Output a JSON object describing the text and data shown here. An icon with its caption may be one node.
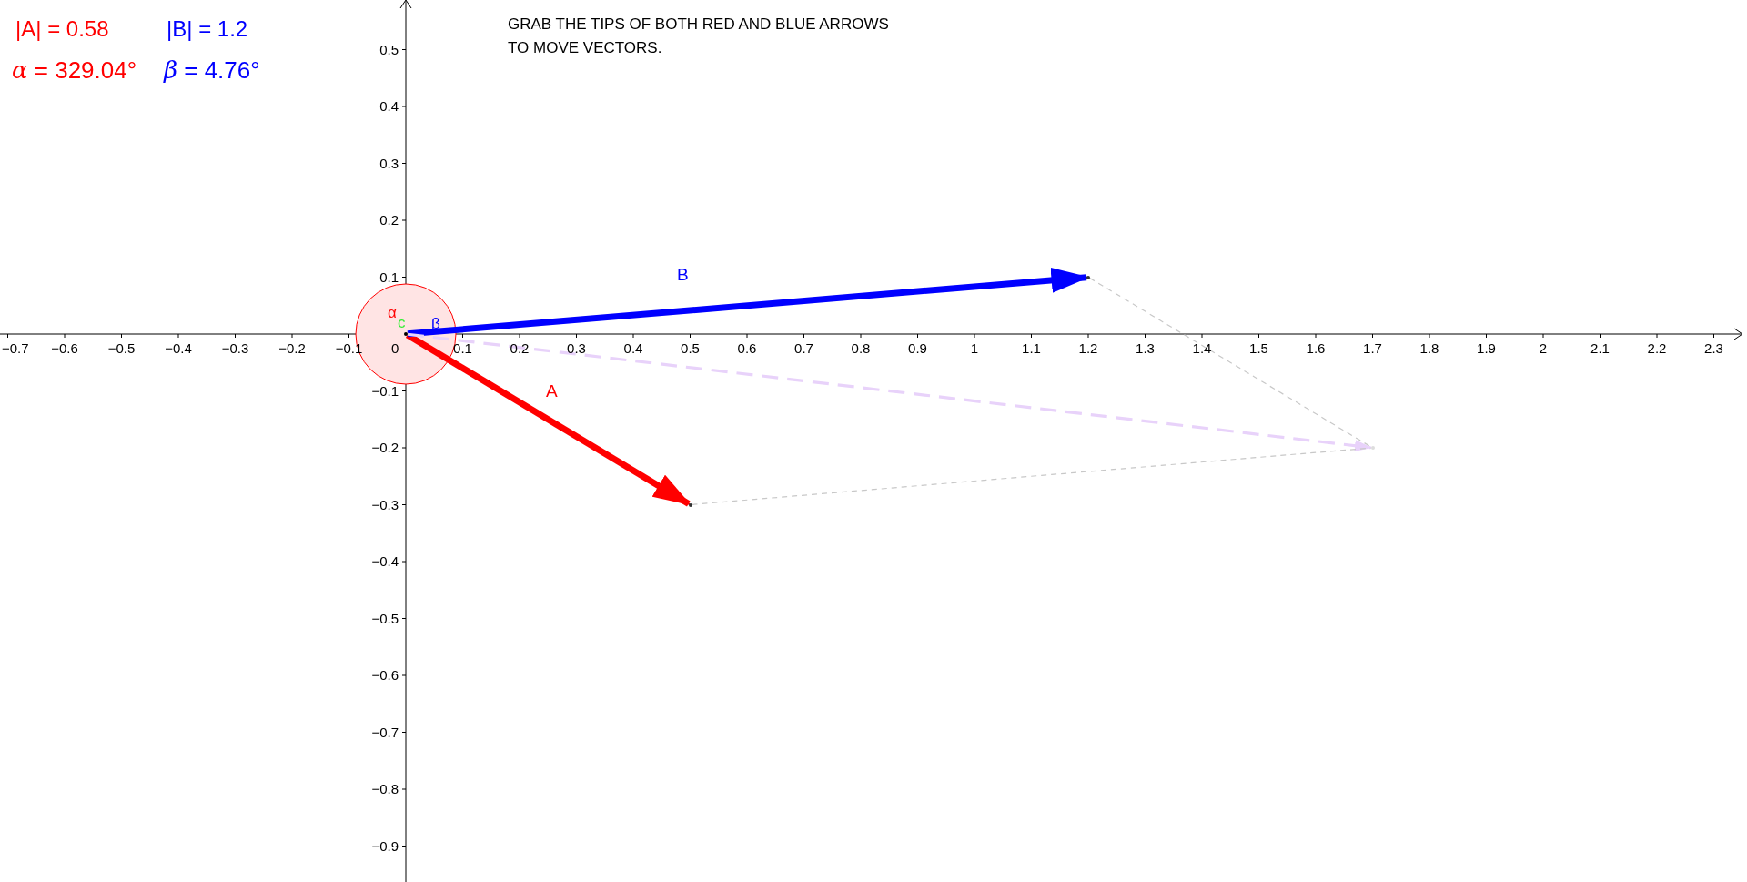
{
  "diagram": {
    "nodes": [
      {
        "text": [],
        "shape": "circle"
      },
      {
        "text": [],
        "shape": "circle"
      },
      {
        "text": [],
        "shape": "circle"
      },
      {
        "text": [],
        "shape": "circle"
      }
    ],
    "edges": [
      {
        "from": 0,
        "to": 1,
        "arrow": "to",
        "label": "A",
        "style": "thick",
        "color": "#ff0000"
      },
      {
        "from": 0,
        "to": 2,
        "arrow": "to",
        "label": "B",
        "style": "thick",
        "color": "#0000ff"
      },
      {
        "from": 0,
        "to": 3,
        "arrow": "to",
        "style": "dashed",
        "color": "#e8d2fa"
      },
      {
        "from": 2,
        "to": 3,
        "arrow": "none",
        "style": "dashed",
        "color": "#c8c8c8"
      },
      {
        "from": 1,
        "to": 3,
        "arrow": "none",
        "style": "dashed",
        "color": "#c8c8c8"
      }
    ],
    "labels": [
      "|A| = 0.58",
      "|B| = 1.2",
      "*α* = 329.04°",
      "*β* = 4.76°",
      "GRAB THE TIPS OF BOTH RED AND BLUE ARROWS TO MOVE VECTORS.",
      "α",
      "c",
      "β",
      "−0.7",
      "−0.6",
      "−0.5",
      "−0.4",
      "−0.3",
      "−0.2",
      "−0.1",
      "0",
      "0.1",
      "0.2",
      "0.3",
      "0.4",
      "0.5",
      "0.6",
      "0.7",
      "0.8",
      "0.9",
      "1",
      "1.1",
      "1.2",
      "1.3",
      "1.4",
      "1.5",
      "1.6",
      "1.7",
      "1.8",
      "1.9",
      "2",
      "2.1",
      "2.2",
      "2.3",
      "0.5",
      "0.4",
      "0.3",
      "0.2",
      "0.1",
      "−0.1",
      "−0.2",
      "−0.3",
      "−0.4",
      "−0.5",
      "−0.6",
      "−0.7",
      "−0.8",
      "−0.9"
    ]
  }
}
